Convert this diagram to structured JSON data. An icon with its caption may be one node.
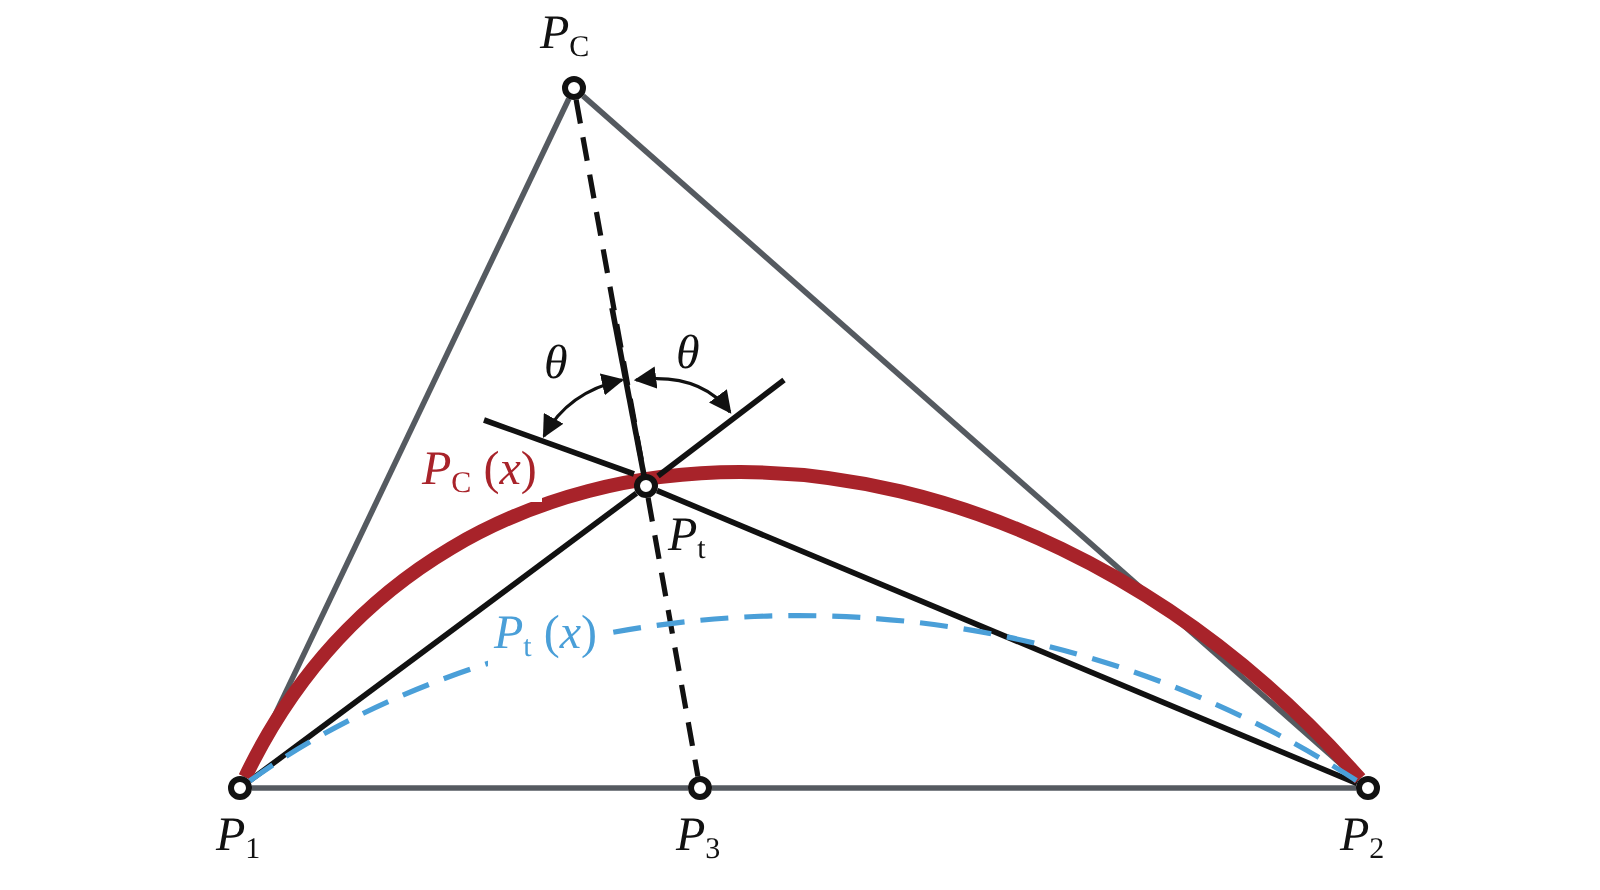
{
  "diagram": {
    "nodes": [
      {
        "text": [],
        "shape": "circle",
        "beside": [
          "*P*$_{C}$"
        ]
      },
      {
        "text": [],
        "shape": "circle",
        "beside": [
          "*P*$_{t}$"
        ]
      },
      {
        "text": [],
        "shape": "circle",
        "beside": [
          "*P*$_{1}$"
        ]
      },
      {
        "text": [],
        "shape": "circle",
        "beside": [
          "*P*$_{2}$"
        ]
      },
      {
        "text": [],
        "shape": "circle",
        "beside": [
          "*P*$_{3}$"
        ]
      }
    ],
    "edges": [
      {
        "from": 0,
        "to": 2,
        "arrow": "none"
      },
      {
        "from": 0,
        "to": 3,
        "arrow": "none"
      },
      {
        "from": 2,
        "to": 4,
        "arrow": "none"
      },
      {
        "from": 4,
        "to": 3,
        "arrow": "none"
      },
      {
        "from": 2,
        "to": 1,
        "arrow": "none",
        "color": "#111111"
      },
      {
        "from": 1,
        "to": 3,
        "arrow": "none",
        "color": "#111111"
      },
      {
        "from": 0,
        "to": 1,
        "arrow": "none",
        "style": "dashed",
        "color": "#111111"
      },
      {
        "from": 1,
        "to": 4,
        "arrow": "none",
        "style": "dashed",
        "color": "#111111"
      },
      {
        "from": 2,
        "to": 3,
        "arrow": "none",
        "style": "thick",
        "color": "#a8232a",
        "label": "*P*$_{C}$ (*x*)"
      },
      {
        "from": 2,
        "to": 3,
        "arrow": "none",
        "style": "dashed",
        "color": "#4a9fd8",
        "label": "*P*$_{t}$ (*x*)"
      }
    ],
    "labels": [
      "*θ*",
      "*θ*"
    ]
  }
}
